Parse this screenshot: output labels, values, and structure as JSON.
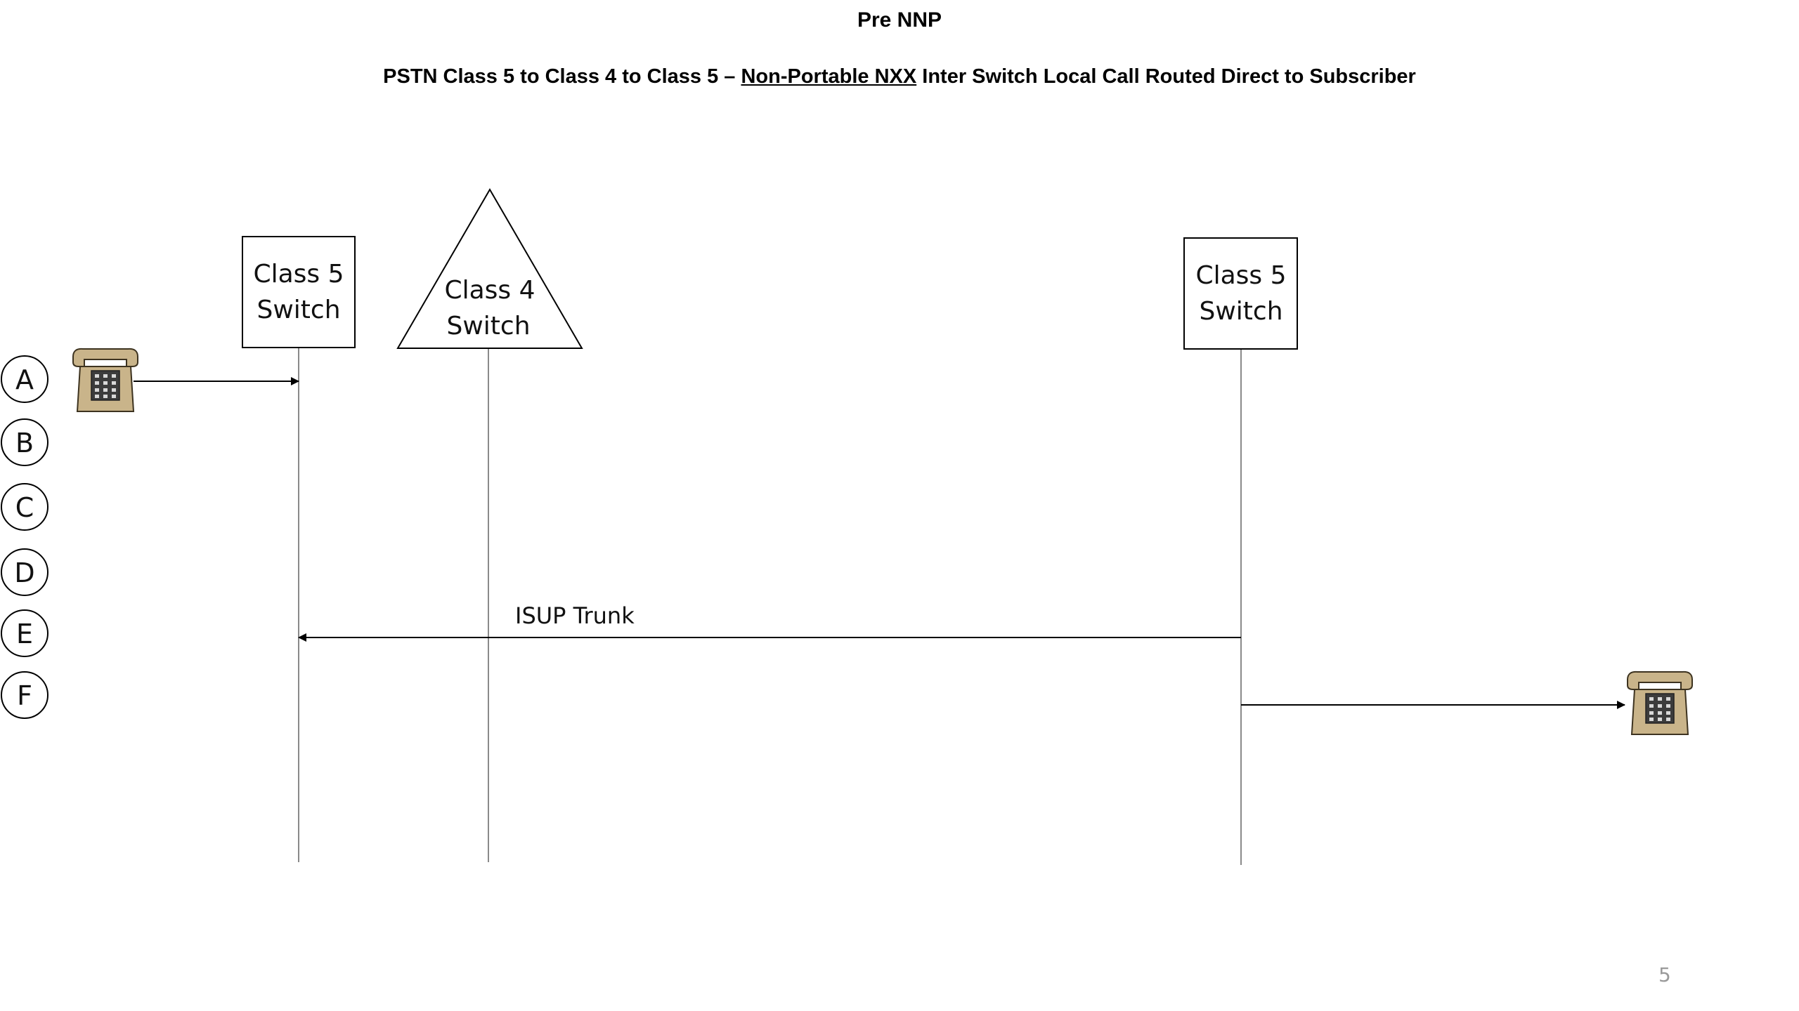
{
  "header": {
    "title": "Pre NNP",
    "subtitle_pre": "PSTN Class 5 to Class 4 to Class 5 – ",
    "subtitle_underlined": "Non-Portable NXX",
    "subtitle_post": " Inter Switch Local Call Routed Direct to Subscriber"
  },
  "nodes": {
    "origin_switch": {
      "line1": "Class 5",
      "line2": "Switch"
    },
    "tandem_switch": {
      "line1": "Class 4",
      "line2": "Switch"
    },
    "terminating_switch": {
      "line1": "Class 5",
      "line2": "Switch"
    }
  },
  "messages": {
    "isup_trunk": "ISUP Trunk"
  },
  "steps": [
    "A",
    "B",
    "C",
    "D",
    "E",
    "F"
  ],
  "icons": {
    "calling_phone": "telephone-icon",
    "called_phone": "telephone-icon"
  },
  "colors": {
    "phone_body": "#c9b48a",
    "phone_keypad": "#3c3c3c",
    "lifeline": "#8a8a8a",
    "page_number": "#9a9a9a"
  },
  "footer": {
    "page_number": "5"
  }
}
